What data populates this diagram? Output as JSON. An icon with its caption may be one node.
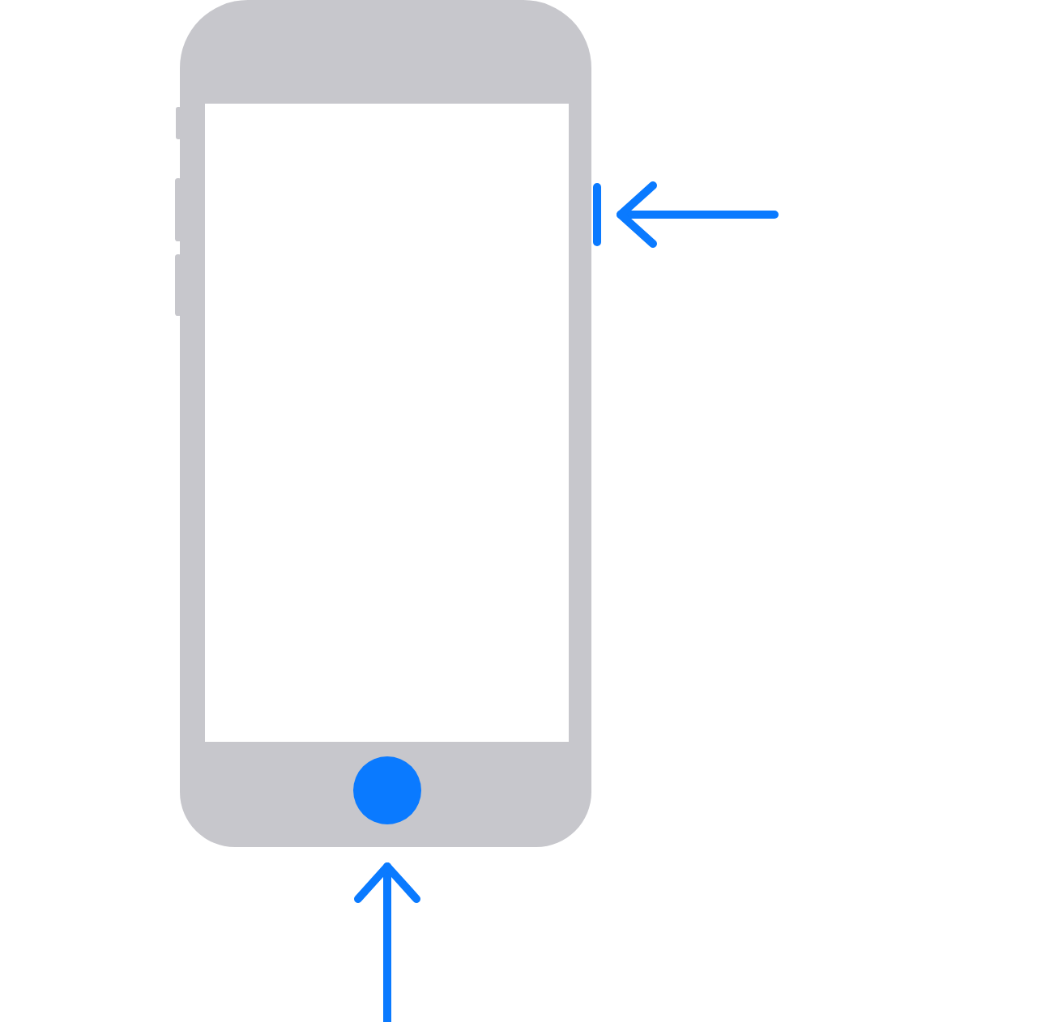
{
  "diagram": {
    "nodes": [
      {
        "text": [],
        "shape": "bar"
      },
      {
        "text": [],
        "shape": "circle"
      }
    ],
    "edges": [
      {
        "from": null,
        "to": 0,
        "arrow": "to"
      },
      {
        "from": null,
        "to": 1,
        "arrow": "to"
      }
    ]
  }
}
